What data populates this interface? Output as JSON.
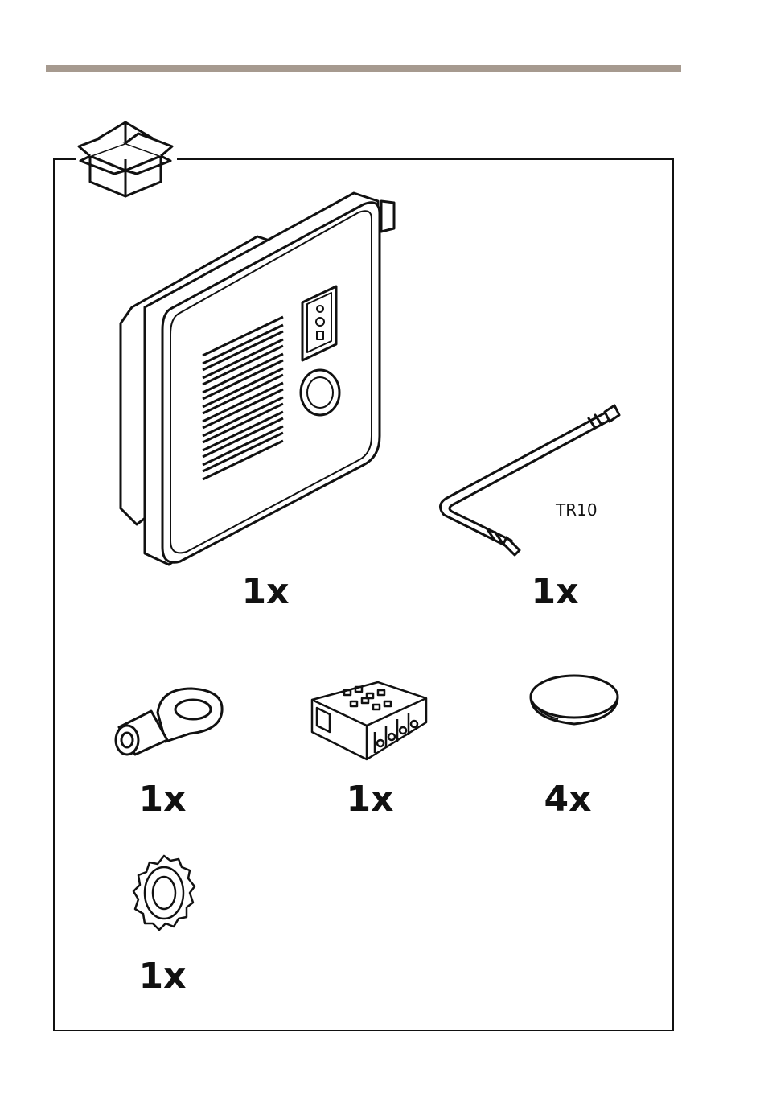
{
  "items": [
    {
      "name": "intercom-unit",
      "quantity": "1x"
    },
    {
      "name": "torx-key",
      "quantity": "1x",
      "label": "TR10"
    },
    {
      "name": "ring-cable-lug",
      "quantity": "1x"
    },
    {
      "name": "terminal-connector",
      "quantity": "1x"
    },
    {
      "name": "blanking-plug",
      "quantity": "4x"
    },
    {
      "name": "serrated-washer",
      "quantity": "1x"
    }
  ],
  "icons": {
    "package": "open-box-icon"
  },
  "colors": {
    "rule": "#a69a8f",
    "line": "#111111"
  }
}
